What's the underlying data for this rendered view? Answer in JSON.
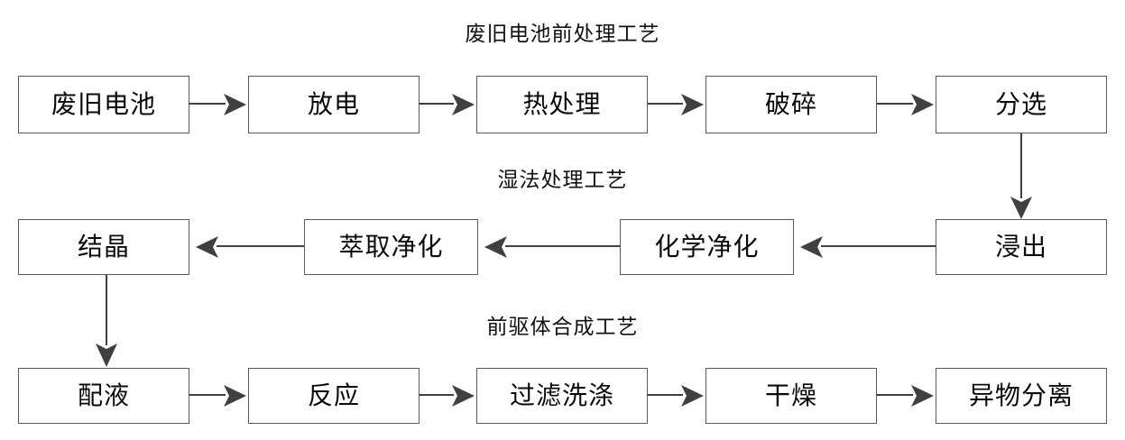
{
  "diagram": {
    "title_row1": "废旧电池前处理工艺",
    "title_row2": "湿法处理工艺",
    "title_row3": "前驱体合成工艺",
    "colors": {
      "box_border": "#5a5a5a",
      "arrow": "#404040",
      "text": "#0a0a0a",
      "background": "#ffffff"
    },
    "rows": [
      {
        "name": "pretreatment",
        "direction": "left-to-right",
        "nodes": [
          {
            "label": "废旧电池"
          },
          {
            "label": "放电"
          },
          {
            "label": "热处理"
          },
          {
            "label": "破碎"
          },
          {
            "label": "分选"
          }
        ]
      },
      {
        "name": "hydrometallurgy",
        "direction": "right-to-left",
        "nodes": [
          {
            "label": "结晶"
          },
          {
            "label": "萃取净化"
          },
          {
            "label": "化学净化"
          },
          {
            "label": "浸出"
          }
        ]
      },
      {
        "name": "precursor-synthesis",
        "direction": "left-to-right",
        "nodes": [
          {
            "label": "配液"
          },
          {
            "label": "反应"
          },
          {
            "label": "过滤洗涤"
          },
          {
            "label": "干燥"
          },
          {
            "label": "异物分离"
          }
        ]
      }
    ],
    "connectors": [
      {
        "from": "废旧电池",
        "to": "放电",
        "orientation": "right"
      },
      {
        "from": "放电",
        "to": "热处理",
        "orientation": "right"
      },
      {
        "from": "热处理",
        "to": "破碎",
        "orientation": "right"
      },
      {
        "from": "破碎",
        "to": "分选",
        "orientation": "right"
      },
      {
        "from": "分选",
        "to": "浸出",
        "orientation": "down"
      },
      {
        "from": "浸出",
        "to": "化学净化",
        "orientation": "left"
      },
      {
        "from": "化学净化",
        "to": "萃取净化",
        "orientation": "left"
      },
      {
        "from": "萃取净化",
        "to": "结晶",
        "orientation": "left"
      },
      {
        "from": "结晶",
        "to": "配液",
        "orientation": "down"
      },
      {
        "from": "配液",
        "to": "反应",
        "orientation": "right"
      },
      {
        "from": "反应",
        "to": "过滤洗涤",
        "orientation": "right"
      },
      {
        "from": "过滤洗涤",
        "to": "干燥",
        "orientation": "right"
      },
      {
        "from": "干燥",
        "to": "异物分离",
        "orientation": "right"
      }
    ]
  }
}
